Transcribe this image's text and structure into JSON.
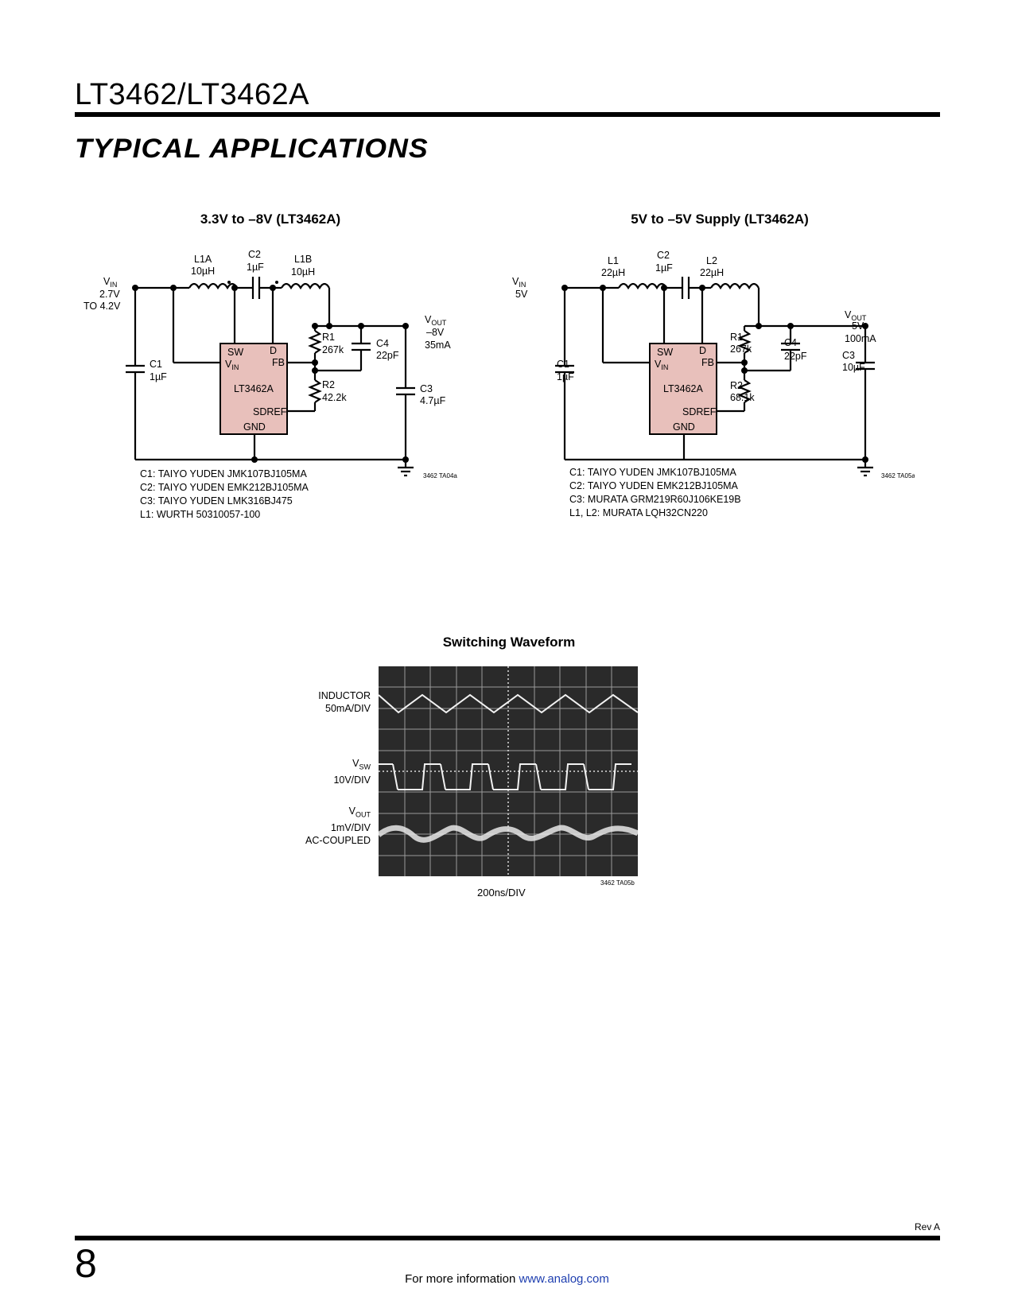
{
  "header": {
    "title": "LT3462/LT3462A",
    "section": "TYPICAL APPLICATIONS"
  },
  "circuit1": {
    "title": "3.3V to –8V (LT3462A)",
    "vin_label": "V",
    "vin_sub": "IN",
    "vin_value": "2.7V",
    "vin_range": "TO 4.2V",
    "l1a_name": "L1A",
    "l1a_value": "10µH",
    "c2_name": "C2",
    "c2_value": "1µF",
    "l1b_name": "L1B",
    "l1b_value": "10µH",
    "vout_label": "V",
    "vout_sub": "OUT",
    "vout_value": "–8V",
    "vout_current": "35mA",
    "r1_name": "R1",
    "r1_value": "267k",
    "c4_name": "C4",
    "c4_value": "22pF",
    "r2_name": "R2",
    "r2_value": "42.2k",
    "c3_name": "C3",
    "c3_value": "4.7µF",
    "c1_name": "C1",
    "c1_value": "1µF",
    "ic": {
      "sw": "SW",
      "d": "D",
      "vin": "V",
      "vin_sub": "IN",
      "fb": "FB",
      "name": "LT3462A",
      "sdref": "SDREF",
      "gnd": "GND"
    },
    "fig_id": "3462 TA04a",
    "parts": [
      "C1: TAIYO YUDEN JMK107BJ105MA",
      "C2: TAIYO YUDEN EMK212BJ105MA",
      "C3: TAIYO YUDEN LMK316BJ475",
      "L1: WURTH 50310057-100"
    ]
  },
  "circuit2": {
    "title": "5V to –5V Supply  (LT3462A)",
    "vin_label": "V",
    "vin_sub": "IN",
    "vin_value": "5V",
    "l1_name": "L1",
    "l1_value": "22µH",
    "c2_name": "C2",
    "c2_value": "1µF",
    "l2_name": "L2",
    "l2_value": "22µH",
    "vout_label": "V",
    "vout_sub": "OUT",
    "vout_value": "–5V",
    "vout_current": "100mA",
    "r1_name": "R1",
    "r1_value": "267k",
    "c4_name": "C4",
    "c4_value": "22pF",
    "c3_name": "C3",
    "c3_value": "10µF",
    "r2_name": "R2",
    "r2_value": "68.1k",
    "c1_name": "C1",
    "c1_value": "1µF",
    "ic": {
      "sw": "SW",
      "d": "D",
      "vin": "V",
      "vin_sub": "IN",
      "fb": "FB",
      "name": "LT3462A",
      "sdref": "SDREF",
      "gnd": "GND"
    },
    "fig_id": "3462 TA05a",
    "parts": [
      "C1: TAIYO YUDEN JMK107BJ105MA",
      "C2: TAIYO YUDEN EMK212BJ105MA",
      "C3: MURATA GRM219R60J106KE19B",
      "L1, L2: MURATA LQH32CN220"
    ]
  },
  "scope": {
    "title": "Switching Waveform",
    "inductor_label": "INDUCTOR",
    "inductor_scale": "50mA/DIV",
    "vsw_label": "V",
    "vsw_sub": "SW",
    "vsw_scale": "10V/DIV",
    "vout_label": "V",
    "vout_sub": "OUT",
    "vout_scale": "1mV/DIV",
    "vout_coupling": "AC-COUPLED",
    "timebase": "200ns/DIV",
    "fig_id": "3462 TA05b"
  },
  "footer": {
    "rev": "Rev A",
    "page_number": "8",
    "more_info": "For more information ",
    "link": "www.analog.com"
  }
}
